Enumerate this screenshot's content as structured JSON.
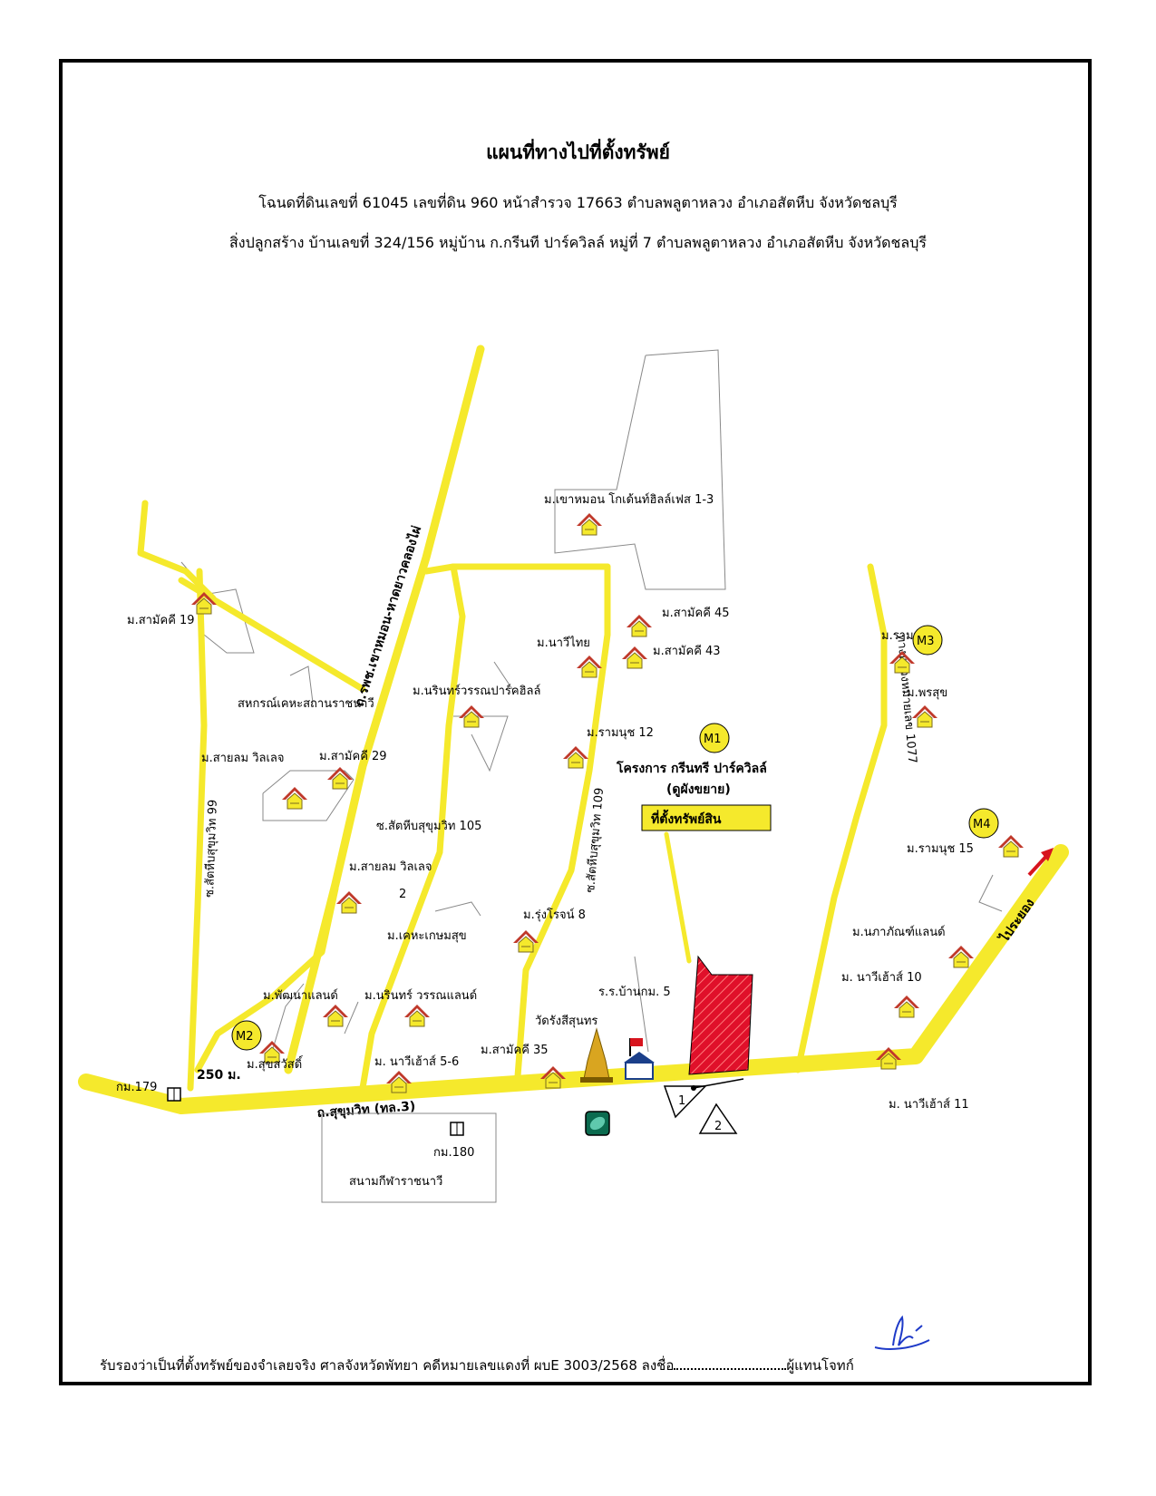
{
  "header": {
    "title": "แผนที่ทางไปที่ตั้งทรัพย์",
    "line1": "โฉนดที่ดินเลขที่ 61045  เลขที่ดิน 960  หน้าสำรวจ 17663  ตำบลพลูตาหลวง  อำเภอสัตหีบ  จังหวัดชลบุรี",
    "line2": "สิ่งปลูกสร้าง  บ้านเลขที่ 324/156  หมู่บ้าน ก.กรีนที ปาร์ควิลล์  หมู่ที่ 7  ตำบลพลูตาหลวง  อำเภอสัตหีบ  จังหวัดชลบุรี"
  },
  "map": {
    "roads": {
      "main": "ถ.สุขุมวิท (ทล.3)",
      "north": "ถ.รพช.เขาหมอน-หาดยาวคลองไผ่",
      "soi99": "ซ.สัตหีบสุขุมวิท 99",
      "soi105": "ซ.สัตหีบสุขุมวิท 105",
      "soi109": "ซ.สัตหีบสุขุมวิท 109",
      "hw1077": "ทางหลวงหมายเลข 1077",
      "to_rayong": "ไประยอง"
    },
    "villages": {
      "v1": "ม.เขาหมอน โกเด้นท์ฮิลล์เฟส 1-3",
      "v2": "ม.สามัคคี 19",
      "v3": "ม.สามัคคี 45",
      "v4": "ม.นาวีไทย",
      "v5": "ม.สามัคคี 43",
      "v6": "ม.รามนุช 3",
      "v7": "ม.พรสุข",
      "v8": "สหกรณ์เคหะสถานราชนาวี",
      "v9": "ม.นรินทร์วรรณปาร์คฮิลล์",
      "v10": "ม.รามนุช 12",
      "v11": "ม.สายลม วิลเลจ",
      "v12": "ม.สามัคคี 29",
      "v13": "ม.สายลม วิลเลจ",
      "v14": "2",
      "v15": "ม.รามนุช 15",
      "v16": "ม.เคหะเกษมสุข",
      "v17": "ม.รุ่งโรจน์ 8",
      "v18": "ม.นภาภัณฑ์แลนด์",
      "v19": "ม. นาวีเฮ้าส์ 10",
      "v20": "ม.พัฒนาแลนด์",
      "v21": "ม.นรินทร์ วรรณแลนด์",
      "v22": "ม.สุขสวัสดิ์",
      "v23": "ม. นาวีเฮ้าส์ 5-6",
      "v24": "ม.สามัคคี 35",
      "v25": "ม. นาวีเฮ้าส์ 11"
    },
    "places": {
      "school": "ร.ร.บ้านกม. 5",
      "temple": "วัดรังสีสุนทร",
      "km179": "กม.179",
      "km180": "กม.180",
      "dist250": "250 ม.",
      "stadium": "สนามกีฬาราชนาวี"
    },
    "project": {
      "name": "โครงการ กรีนทรี ปาร์ควิลล์",
      "sub": "(ดูผังขยาย)",
      "target": "ที่ตั้งทรัพย์สิน"
    },
    "markers": {
      "m1": "M1",
      "m2": "M2",
      "m3": "M3",
      "m4": "M4"
    },
    "photo_points": {
      "p1": "1",
      "p2": "2"
    },
    "colors": {
      "road": "#f5e92c",
      "target": "#e0102a",
      "marker": "#f5e92c",
      "house": "#c0392b"
    }
  },
  "footer": {
    "text_before": "รับรองว่าเป็นที่ตั้งทรัพย์ของจำเลยจริง ศาลจังหวัดพัทยา คดีหมายเลขแดงที่ ผบE 3003/2568 ลงชื่อ",
    "text_after": "ผู้แทนโจทก์"
  }
}
